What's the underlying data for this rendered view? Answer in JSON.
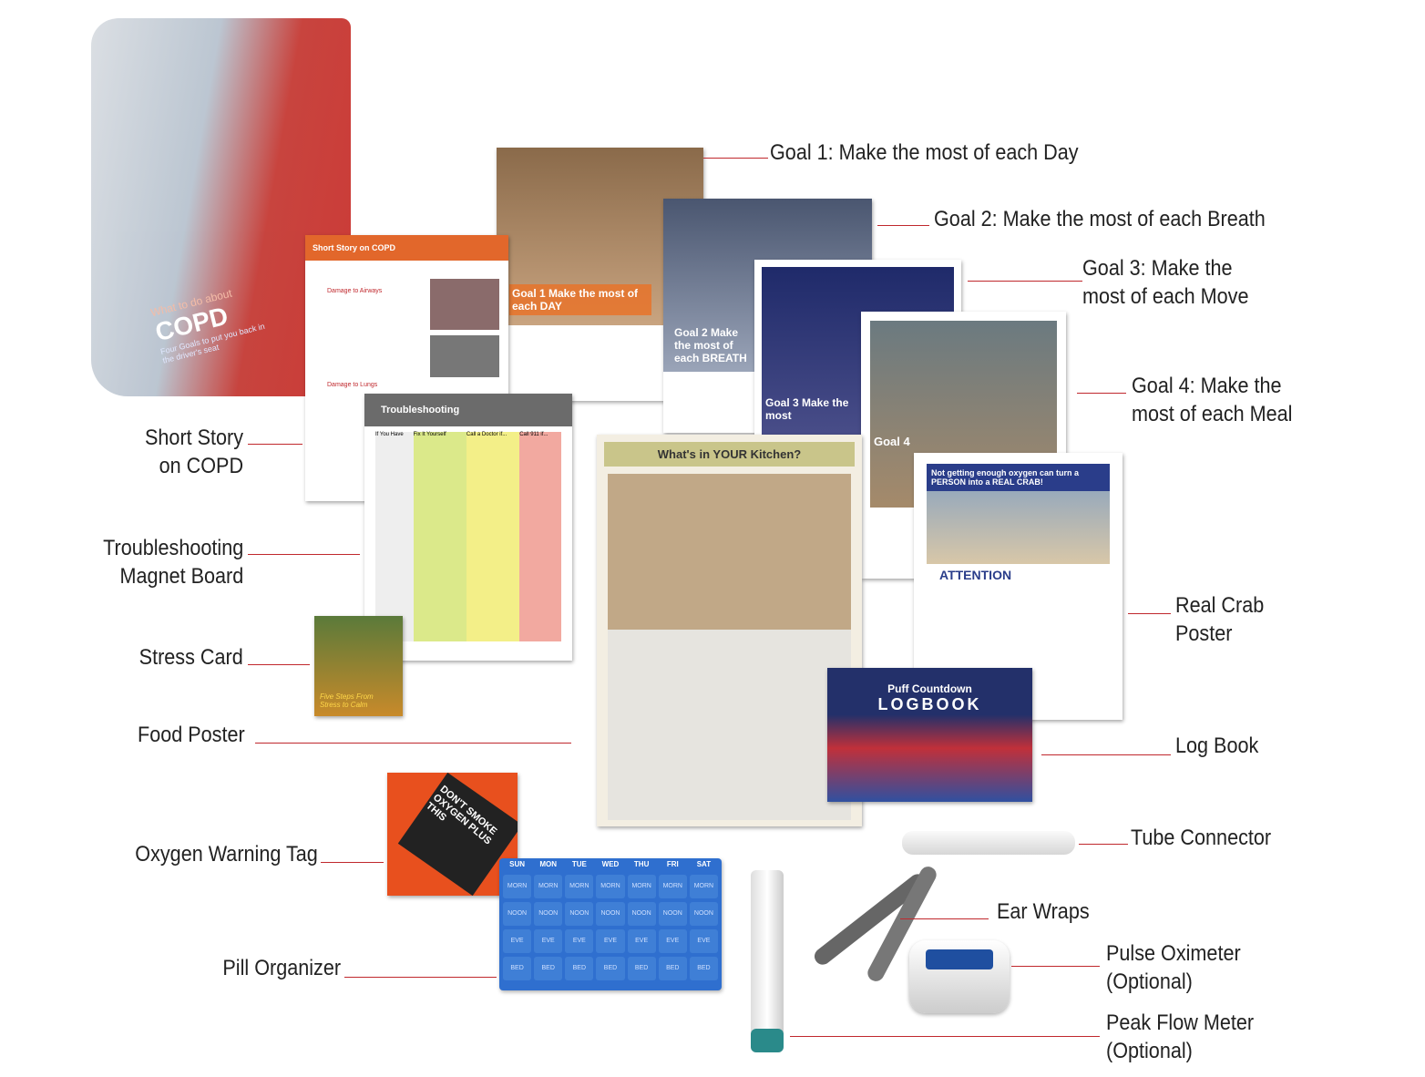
{
  "labels": {
    "goal1": "Goal 1: Make the most of each Day",
    "goal2": "Goal 2: Make the most of each Breath",
    "goal3": [
      "Goal 3: Make the",
      "most of each Move"
    ],
    "goal4": [
      "Goal 4: Make the",
      "most of each Meal"
    ],
    "short_story": [
      "Short Story",
      "on COPD"
    ],
    "troubleshooting": [
      "Troubleshooting",
      "Magnet Board"
    ],
    "stress_card": "Stress Card",
    "food_poster": "Food Poster",
    "crab_poster": [
      "Real Crab",
      "Poster"
    ],
    "log_book": "Log Book",
    "oxygen_tag": "Oxygen Warning Tag",
    "tube_connector": "Tube Connector",
    "ear_wraps": "Ear Wraps",
    "pulse_oximeter": [
      "Pulse Oximeter",
      "(Optional)"
    ],
    "pill_organizer": "Pill Organizer",
    "peak_flow": [
      "Peak Flow Meter",
      "(Optional)"
    ]
  },
  "items": {
    "bag_title": "COPD",
    "bag_sub": "What to do about",
    "bag_tagline": "Four Goals to put you back in the driver's seat",
    "short_story_header": "Short Story on COPD",
    "short_story_sec1": "Damage to Airways",
    "short_story_sec2": "Damage to Lungs",
    "goal1_banner": "Goal 1 Make the most of each DAY",
    "goal2_banner": "Goal 2 Make the most of each BREATH",
    "goal3_banner": "Goal 3 Make the most",
    "goal4_banner": "Goal 4",
    "troubleshooting_header": "Troubleshooting",
    "troubleshooting_cols": [
      "If You Have",
      "Fix It Yourself",
      "Call a Doctor if...",
      "Call 911 if..."
    ],
    "stress_title": "Five Steps From Stress to Calm",
    "food_title": "What's in YOUR Kitchen?",
    "crab_header": "Not getting enough oxygen can turn a PERSON into a REAL CRAB!",
    "crab_attention": "ATTENTION",
    "logbook_title": "Puff Countdown",
    "logbook_big": "LOGBOOK",
    "oxygen_tag_text": "DON'T SMOKE OXYGEN PLUS THIS",
    "pill_days": [
      "SUN",
      "MON",
      "TUE",
      "WED",
      "THU",
      "FRI",
      "SAT"
    ],
    "pill_rows": [
      "MORN",
      "NOON",
      "EVE",
      "BED"
    ]
  },
  "colors": {
    "accent_line": "#c0282d",
    "orange": "#e8732a",
    "blue": "#2f6fcf"
  }
}
